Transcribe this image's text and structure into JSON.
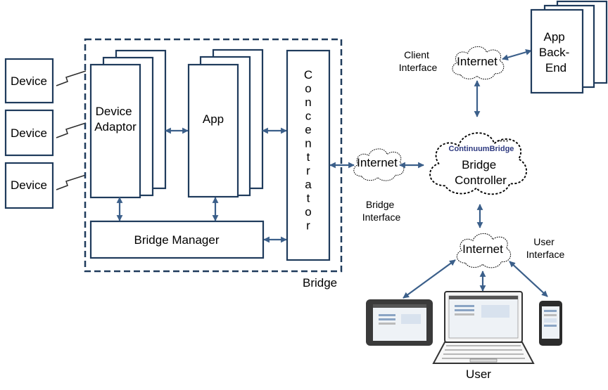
{
  "devices": [
    "Device",
    "Device",
    "Device"
  ],
  "device_adaptor": [
    "Device",
    "Adaptor"
  ],
  "app": "App",
  "concentrator": "Concentrator",
  "bridge_manager": "Bridge Manager",
  "bridge": "Bridge",
  "internet_label": "Internet",
  "bridge_interface": [
    "Bridge",
    "Interface"
  ],
  "client_interface": [
    "Client",
    "Interface"
  ],
  "user_interface": [
    "User",
    "Interface"
  ],
  "app_back_end": [
    "App",
    "Back-",
    "End"
  ],
  "continuum_logo": "ContinuumBridge",
  "bridge_controller": [
    "Bridge",
    "Controller"
  ],
  "user": "User",
  "colors": {
    "box_stroke": "#1f3b5c",
    "arrow": "#3b5f8a",
    "logo": "#2e3a80"
  }
}
